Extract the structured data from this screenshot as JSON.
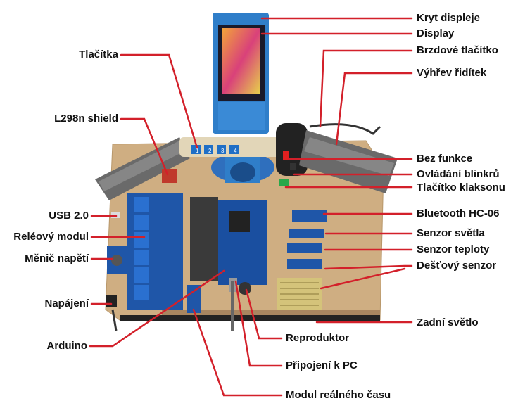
{
  "diagram": {
    "leader_color": "#d3202a",
    "labels_right": [
      {
        "id": "kryt-displeje",
        "text": "Kryt displeje"
      },
      {
        "id": "display",
        "text": "Display"
      },
      {
        "id": "brzdove-tlacitko",
        "text": "Brzdové tlačítko"
      },
      {
        "id": "vyhrev-riditek",
        "text": "Výhřev řidítek"
      },
      {
        "id": "bez-funkce",
        "text": "Bez funkce"
      },
      {
        "id": "ovladani-blinkru",
        "text": "Ovládání blinkrů"
      },
      {
        "id": "tlacitko-klaksonu",
        "text": "Tlačítko klaksonu"
      },
      {
        "id": "bluetooth",
        "text": "Bluetooth HC-06"
      },
      {
        "id": "senzor-svetla",
        "text": "Senzor světla"
      },
      {
        "id": "senzor-teploty",
        "text": "Senzor teploty"
      },
      {
        "id": "destovy-senzor",
        "text": "Dešťový senzor"
      },
      {
        "id": "zadni-svetlo",
        "text": "Zadní světlo"
      }
    ],
    "labels_left": [
      {
        "id": "tlacitka",
        "text": "Tlačítka"
      },
      {
        "id": "l298n",
        "text": "L298n shield"
      },
      {
        "id": "usb",
        "text": "USB 2.0"
      },
      {
        "id": "releovy-modul",
        "text": "Reléový modul"
      },
      {
        "id": "menic-napeti",
        "text": "Měnič napětí"
      },
      {
        "id": "napajeni",
        "text": "Napájení"
      },
      {
        "id": "arduino",
        "text": "Arduino"
      }
    ],
    "labels_bottom": [
      {
        "id": "reproduktor",
        "text": "Reproduktor"
      },
      {
        "id": "pripojeni-pc",
        "text": "Připojení k PC"
      },
      {
        "id": "modul-rtc",
        "text": "Modul reálného času"
      }
    ],
    "button_numbers": [
      "1",
      "2",
      "3",
      "4"
    ]
  }
}
